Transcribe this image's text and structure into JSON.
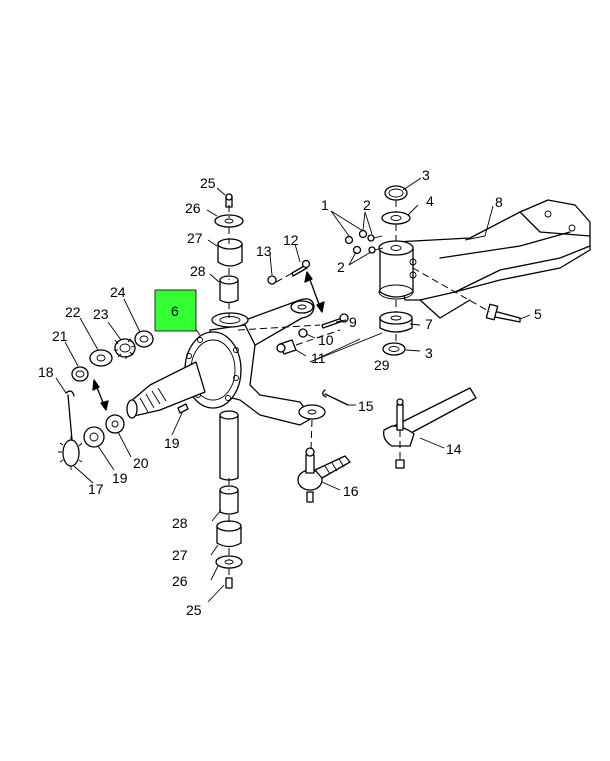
{
  "diagram": {
    "highlight_color": "#33ff33",
    "highlighted_callout": "6",
    "callouts": {
      "c25a": "25",
      "c26a": "26",
      "c27a": "27",
      "c28a": "28",
      "c6": "6",
      "c13": "13",
      "c12": "12",
      "c24": "24",
      "c22": "22",
      "c23": "23",
      "c21": "21",
      "c18": "18",
      "c19a": "19",
      "c20": "20",
      "c17": "17",
      "c19b": "19",
      "c1": "1",
      "c2a": "2",
      "c2b": "2",
      "c3a": "3",
      "c4": "4",
      "c8": "8",
      "c5": "5",
      "c7": "7",
      "c3b": "3",
      "c9": "9",
      "c10": "10",
      "c11": "11",
      "c29": "29",
      "c15": "15",
      "c14": "14",
      "c16": "16",
      "c28b": "28",
      "c27b": "27",
      "c26b": "26",
      "c25b": "25"
    }
  }
}
